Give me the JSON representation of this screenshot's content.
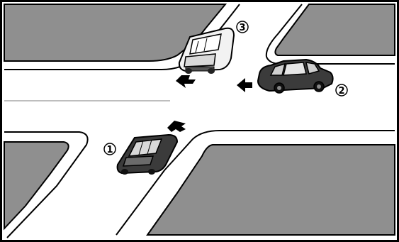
{
  "scene": {
    "colors": {
      "background": "#ffffff",
      "border": "#000000",
      "grass": "#8f8f8f",
      "road": "#ffffff",
      "car_dark": "#3b3b3b",
      "car_light": "#f2f2f2",
      "car_mid": "#6b6b6b",
      "arrow": "#000000"
    },
    "vehicles": [
      {
        "id": "car-1",
        "label": "1",
        "heading": "north",
        "shade": "dark"
      },
      {
        "id": "car-2",
        "label": "2",
        "heading": "west",
        "shade": "dark"
      },
      {
        "id": "car-3",
        "label": "3",
        "heading": "south",
        "shade": "light"
      }
    ]
  },
  "markers": {
    "car1": "1",
    "car2": "2",
    "car3": "3"
  }
}
